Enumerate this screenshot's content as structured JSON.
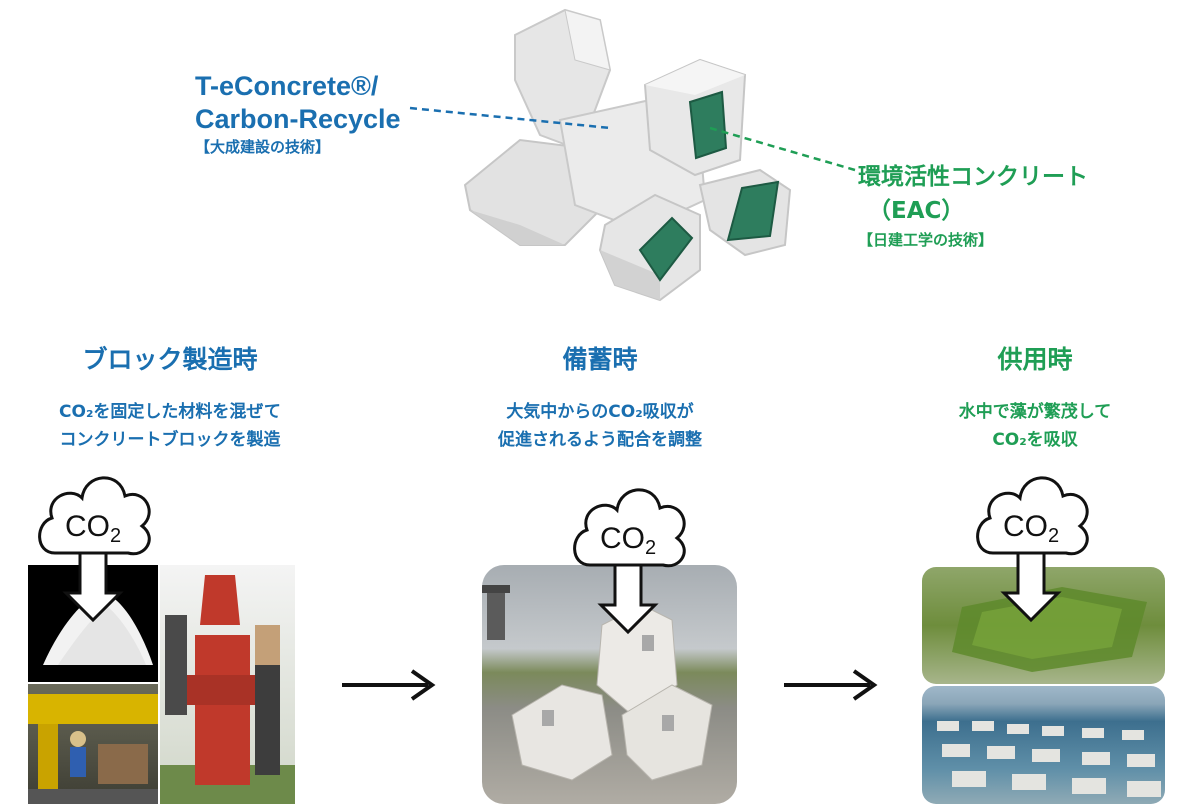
{
  "block_labels": {
    "tec_line1": "T-eConcrete®/",
    "tec_line2": "Carbon-Recycle",
    "tec_sub": "【大成建設の技術】",
    "eac_line1": "環境活性コンクリート",
    "eac_line2": "（EAC）",
    "eac_sub": "【日建工学の技術】"
  },
  "stages": [
    {
      "title": "ブロック製造時",
      "desc_line1": "CO₂を固定した材料を混ぜて",
      "desc_line2": "コンクリートブロックを製造"
    },
    {
      "title": "備蓄時",
      "desc_line1": "大気中からのCO₂吸収が",
      "desc_line2": "促進されるよう配合を調整"
    },
    {
      "title": "供用時",
      "desc_line1": "水中で藻が繁茂して",
      "desc_line2": "CO₂を吸収"
    }
  ],
  "cloud": {
    "main": "CO",
    "sub": "2"
  },
  "colors": {
    "blue": "#1a6fb0",
    "green": "#1f9e55",
    "panel": "#2e7d5e"
  }
}
